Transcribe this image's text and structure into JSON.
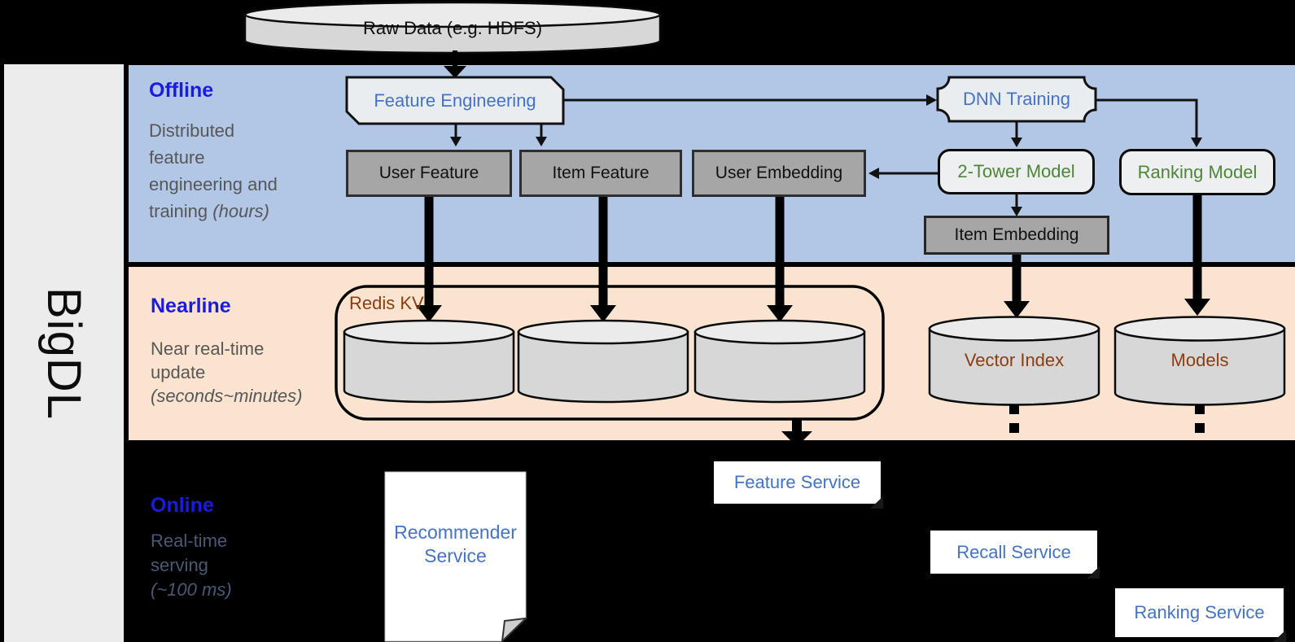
{
  "brand": {
    "label": "BigDL"
  },
  "pipeline": {
    "raw_data": "Raw Data (e.g. HDFS)",
    "feature_engineering": "Feature Engineering",
    "dnn_training": "DNN Training",
    "user_feature": "User Feature",
    "item_feature": "Item Feature",
    "user_embedding": "User Embedding",
    "two_tower_model": "2-Tower Model",
    "ranking_model": "Ranking Model",
    "item_embedding": "Item Embedding",
    "redis_kv": "Redis KV",
    "vector_index": "Vector Index",
    "models": "Models",
    "recommender_line1": "Recommender",
    "recommender_line2": "Service",
    "feature_service": "Feature Service",
    "recall_service": "Recall Service",
    "ranking_service": "Ranking Service"
  },
  "sections": {
    "offline": {
      "title": "Offline",
      "desc1": "Distributed",
      "desc2": "feature",
      "desc3": "engineering and",
      "desc4": "training ",
      "desc4_italic": "(hours)"
    },
    "nearline": {
      "title": "Nearline",
      "desc1": "Near real-time",
      "desc2": "update",
      "desc3_italic": "(seconds~minutes)"
    },
    "online": {
      "title": "Online",
      "desc1": "Real-time",
      "desc2": "serving",
      "desc3_italic": "(~100 ms)"
    }
  },
  "colors": {
    "background": "#000000",
    "offline_bg": "#b2c6e6",
    "nearline_bg": "#fae4d0",
    "sidebar_bg": "#ececec",
    "section_title_blue": "#1b1be0",
    "desc_gray": "#575757",
    "online_desc_slate": "#4b5873",
    "node_text_blue": "#4472c4",
    "node_text_green": "#4e8637",
    "node_text_brown": "#8c3d0f",
    "gray_box": "#a6a6a6",
    "light_box": "#edeff1",
    "cylinder_body": "#d7d7d7",
    "cylinder_top": "#ebebeb"
  }
}
